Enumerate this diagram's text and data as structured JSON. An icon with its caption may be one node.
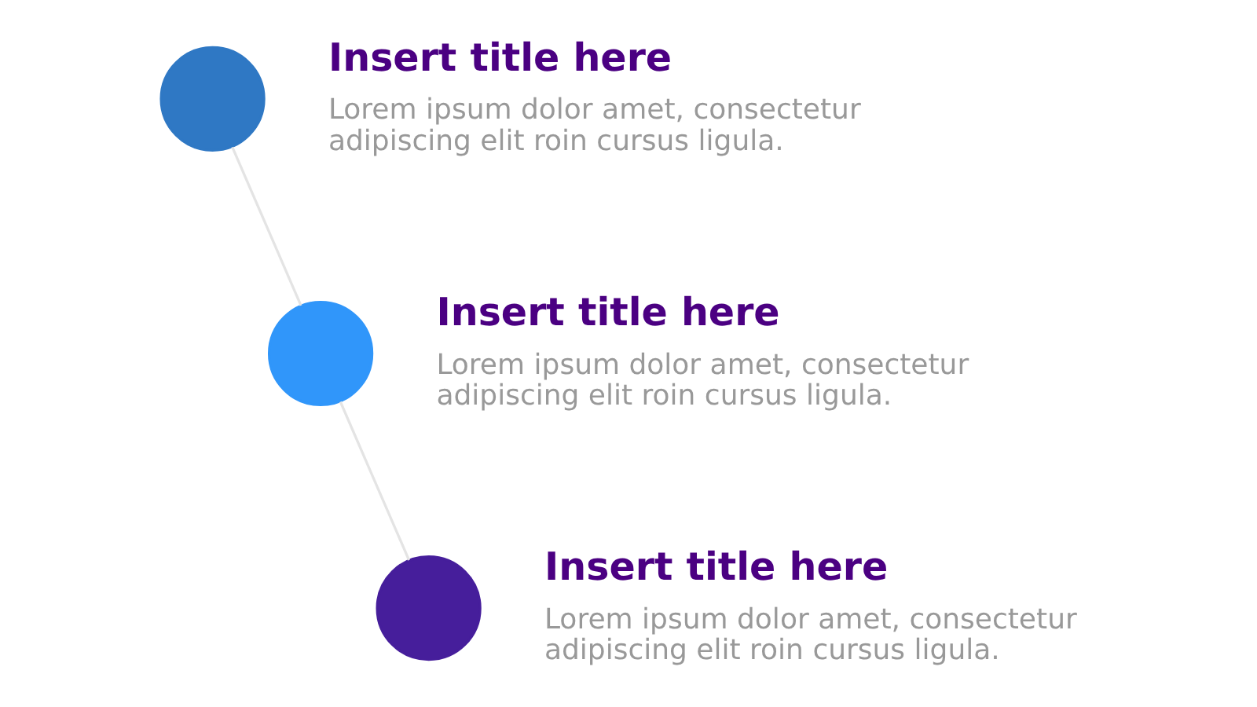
{
  "diagram": {
    "nodes": [
      {
        "text": [],
        "shape": "circle",
        "beside": [
          "Insert title here",
          "Lorem ipsum dolor amet, consectetur adipiscing elit roin cursus ligula."
        ]
      },
      {
        "text": [],
        "shape": "circle",
        "beside": [
          "Insert title here",
          "Lorem ipsum dolor amet, consectetur adipiscing elit roin cursus ligula."
        ]
      },
      {
        "text": [],
        "shape": "circle",
        "beside": [
          "Insert title here",
          "Lorem ipsum dolor amet, consectetur adipiscing elit roin cursus ligula."
        ]
      }
    ],
    "edges": [
      {
        "from": 0,
        "to": 1,
        "arrow": "none"
      },
      {
        "from": 1,
        "to": 2,
        "arrow": "none"
      }
    ]
  }
}
